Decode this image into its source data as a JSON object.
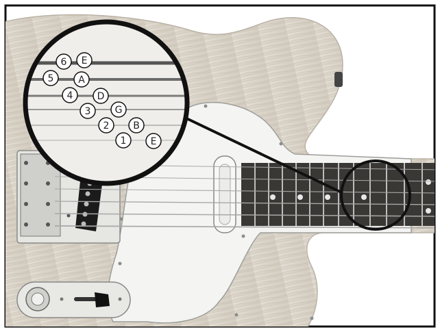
{
  "image": {
    "subject": "electric guitar string layout",
    "callout_strings": [
      {
        "number": "6",
        "note": "E"
      },
      {
        "number": "5",
        "note": "A"
      },
      {
        "number": "4",
        "note": "D"
      },
      {
        "number": "3",
        "note": "G"
      },
      {
        "number": "2",
        "note": "B"
      },
      {
        "number": "1",
        "note": "E"
      }
    ],
    "colors": {
      "frame": "#111111",
      "body_wood": "#d8d2c8",
      "pickguard": "#f4f4f2",
      "fretboard": "#3a3835",
      "fret_wire": "#bdbdbd",
      "inlay": "#e8e8e8",
      "magnifier_ring": "#111111"
    }
  }
}
